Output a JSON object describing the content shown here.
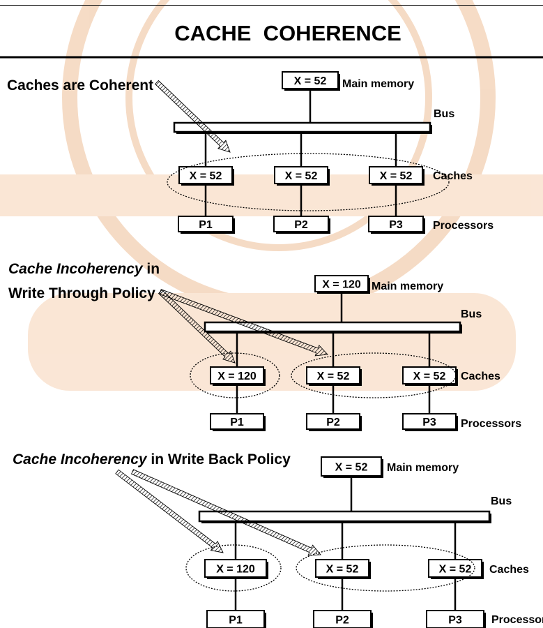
{
  "title": "CACHE  COHERENCE",
  "colors": {
    "ink": "#000000",
    "watermark_fill": "#f1b88a",
    "watermark_stroke": "#e59a5c",
    "panel_fill": "#ffffff",
    "bus_fill": "#ffffff"
  },
  "labels": {
    "main_memory": "Main memory",
    "bus": "Bus",
    "caches": "Caches",
    "processors": "Processors"
  },
  "diagrams": [
    {
      "caption_lines": [
        {
          "segments": [
            {
              "text": "Caches are Coherent",
              "italic": false
            }
          ]
        }
      ],
      "memory": "X = 52",
      "caches": [
        "X = 52",
        "X = 52",
        "X = 52"
      ],
      "processors": [
        "P1",
        "P2",
        "P3"
      ]
    },
    {
      "caption_lines": [
        {
          "segments": [
            {
              "text": "Cache Incoherency",
              "italic": true
            },
            {
              "text": "  in",
              "italic": false
            }
          ]
        },
        {
          "segments": [
            {
              "text": "Write Through Policy",
              "italic": false
            }
          ]
        }
      ],
      "memory": "X = 120",
      "caches": [
        "X = 120",
        "X = 52",
        "X = 52"
      ],
      "processors": [
        "P1",
        "P2",
        "P3"
      ]
    },
    {
      "caption_lines": [
        {
          "segments": [
            {
              "text": "Cache Incoherency",
              "italic": true
            },
            {
              "text": "  in Write Back Policy",
              "italic": false
            }
          ]
        }
      ],
      "memory": "X = 52",
      "caches": [
        "X = 120",
        "X = 52",
        "X = 52"
      ],
      "processors": [
        "P1",
        "P2",
        "P3"
      ]
    }
  ]
}
